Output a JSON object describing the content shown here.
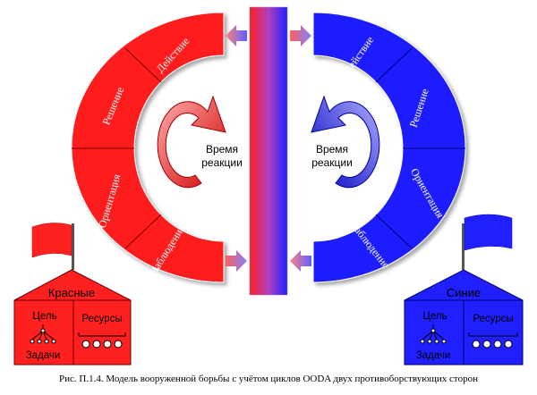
{
  "red_side": {
    "segments": [
      "Действие",
      "Решение",
      "Ориентация",
      "Наблюдение"
    ],
    "time_label": [
      "Время",
      "реакции"
    ],
    "house": {
      "title": "Красные",
      "goal": "Цель",
      "tasks": "Задачи",
      "resources": "Ресурсы"
    },
    "color": "#ff1c1c",
    "dark_color": "#c00000"
  },
  "blue_side": {
    "segments": [
      "Действие",
      "Решение",
      "Ориентация",
      "Наблюдение"
    ],
    "time_label": [
      "Время",
      "реакции"
    ],
    "house": {
      "title": "Синие",
      "goal": "Цель",
      "tasks": "Задачи",
      "resources": "Ресурсы"
    },
    "color": "#1c1cff",
    "dark_color": "#0000b0"
  },
  "caption": "Рис. П.1.4. Модель вооруженной борьбы с учётом циклов OODA двух противоборствующих сторон"
}
